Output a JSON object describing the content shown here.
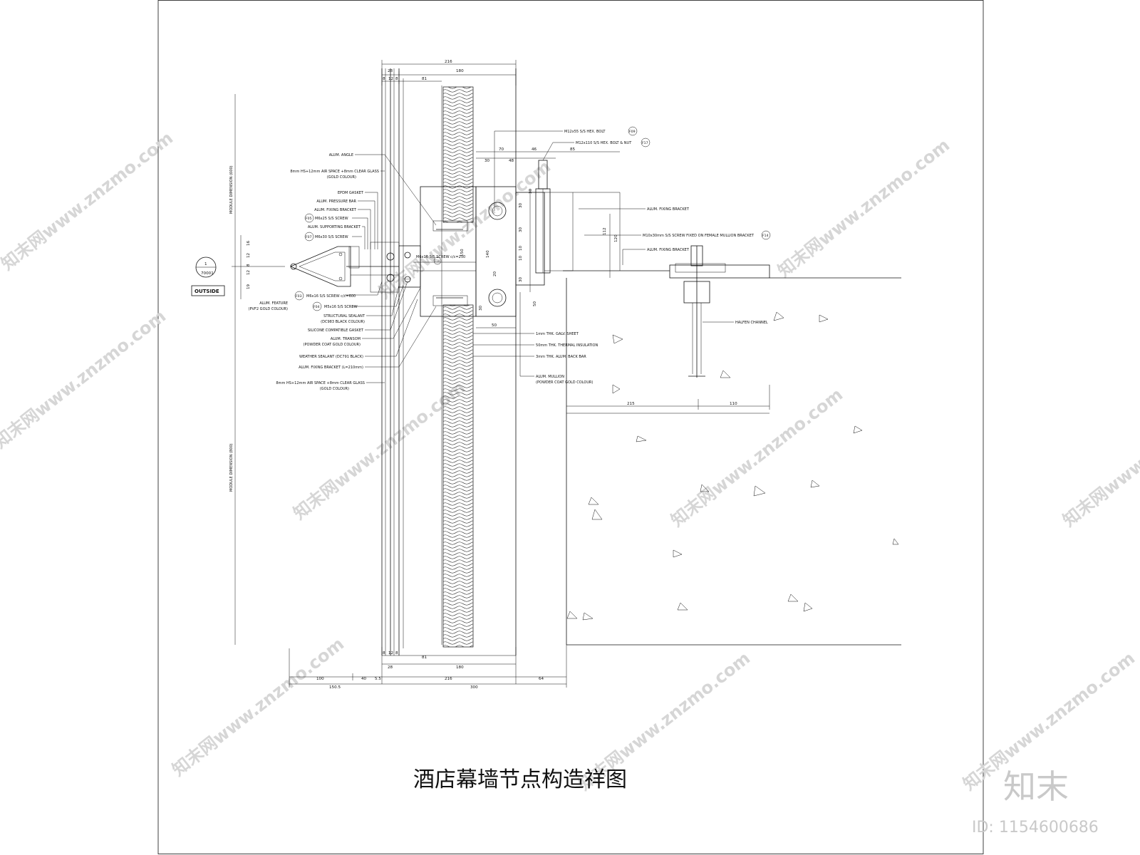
{
  "title": "酒店幕墙节点构造祥图",
  "brand": "知末",
  "image_id": "ID: 1154600686",
  "watermark": "知末网www.znzmo.com",
  "section_marker": {
    "number": "1",
    "sheet": "70001",
    "side": "OUTSIDE"
  },
  "module_dims": {
    "upper": "MODULE DIMENSION (600)",
    "lower": "MODULE DIMENSION (800)"
  },
  "dims_top": {
    "total": "216",
    "a": "28",
    "b": "180",
    "c1": "8",
    "c2": "12",
    "c3": "8",
    "d": "81"
  },
  "dims_bottom": {
    "c1": "8",
    "c2": "12",
    "c3": "8",
    "a": "28",
    "d": "81",
    "b": "180",
    "e1": "100",
    "e2": "40",
    "e3": "5.5",
    "e4": "216",
    "e5": "64",
    "f1": "150.5",
    "f2": "300"
  },
  "dims_bracket": {
    "a": "70",
    "b": "30",
    "c": "48",
    "d": "46",
    "e": "85",
    "f": "50"
  },
  "dims_vertical": {
    "v1": "30",
    "v2": "30",
    "v3": "30",
    "v4": "30",
    "v5": "10",
    "v6": "10",
    "v7": "112",
    "v8": "120",
    "v9": "140",
    "v10": "150",
    "v11": "30",
    "v12": "50",
    "v13": "20"
  },
  "dims_channel": {
    "a": "215",
    "b": "110"
  },
  "dims_left": {
    "a": "16",
    "b": "12",
    "c": "8",
    "d": "19"
  },
  "labels_left": [
    "ALUM. ANGLE",
    "8mm HS+12mm AIR SPACE +8mm CLEAR GLASS",
    "(GOLD COLOUR)",
    "EPDM GASKET",
    "ALUM. PRESSURE BAR",
    "ALUM. FIXING BRACKET",
    "M6x25 S/S SCREW",
    "ALUM. SUPPORTING BRACKET",
    "M6x30 S/S SCREW",
    "ALUM. FEATURE",
    "(PVF2 GOLD COLOUR)",
    "M6x16 S/S SCREW c/c=600",
    "M5x16 S/S SCREW",
    "STRUCTURAL SEALANT",
    "(DC983 BLACK COLOUR)",
    "SILICONE COMPATIBLE GASKET",
    "ALUM. TRANSOM",
    "(POWDER COAT GOLD COLOUR)",
    "WEATHER SEALANT (DC791 BLACK)",
    "ALUM. FIXING BRACKET (L=210mm)",
    "8mm HS+12mm AIR SPACE +8mm CLEAR GLASS",
    "(GOLD COLOUR)"
  ],
  "tags": {
    "t1": "F05",
    "t2": "F07",
    "t3": "F03",
    "t4": "F04",
    "t5": "F09",
    "t6": "F10",
    "t7": "F17",
    "t8": "F14"
  },
  "labels_right": {
    "bolt1": "M12x55 S/S HEX. BOLT",
    "bolt2": "M12x110 S/S HEX. BOLT & NUT",
    "fixing_bracket_a": "ALUM. FIXING BRACKET",
    "screw": "M10x30mm S/S SCREW FIXED ON FEMALE MULLION BRACKET",
    "fixing_bracket_b": "ALUM. FIXING BRACKET",
    "transom_screw": "M6x16 S/S SCREW c/c=250",
    "halfen": "HALFEN CHANNEL",
    "galv": "1mm THK. GALV. SHEET",
    "insulation": "50mm THK. THERMAL INSULATION",
    "back_bar": "3mm THK. ALUM. BACK BAR",
    "mullion": "ALUM. MULLION",
    "mullion_note": "(POWDER COAT GOLD COLOUR)"
  },
  "colors": {
    "line": "#111111",
    "watermark": "#d6d6d6",
    "background": "#ffffff"
  }
}
